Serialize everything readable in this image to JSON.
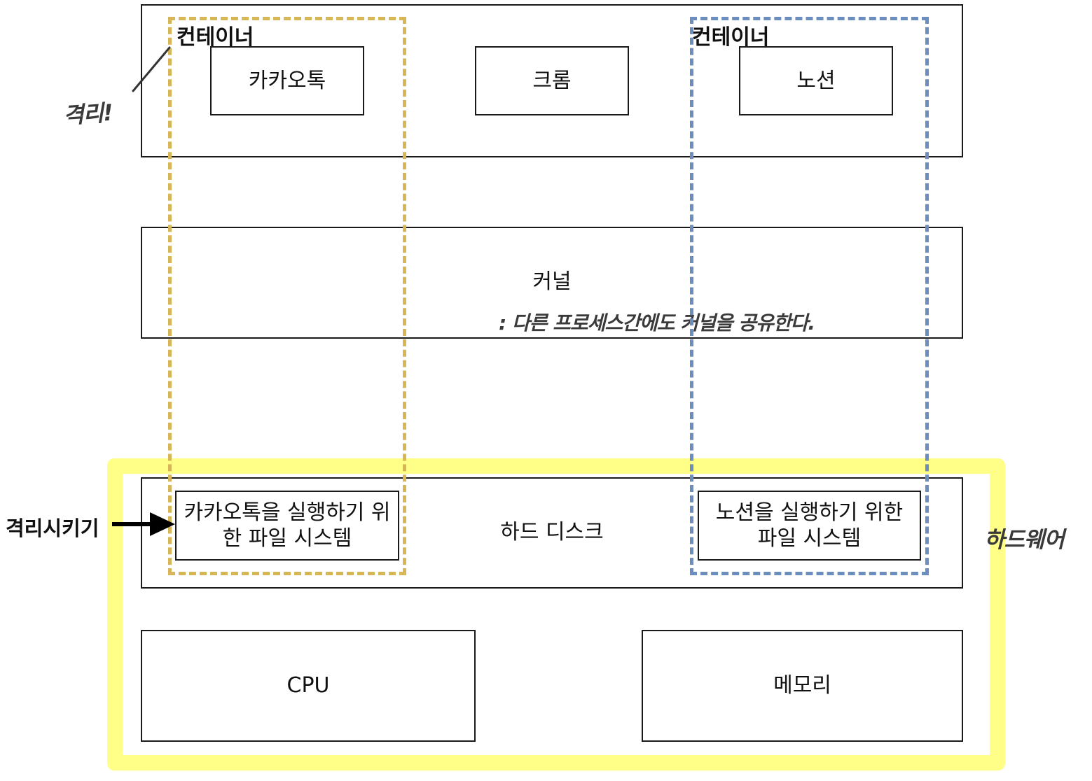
{
  "containers": {
    "left_label": "컨테이너",
    "right_label": "컨테이너",
    "left_color": "#d6b656",
    "right_color": "#6c8ebf"
  },
  "apps": {
    "kakaotalk": "카카오톡",
    "chrome": "크롬",
    "notion": "노션"
  },
  "kernel": {
    "label": "커널",
    "note": ": 다른 프로세스간에도 커널을 공유한다."
  },
  "hard_disk": {
    "label": "하드 디스크",
    "kakao_fs": "카카오톡을 실행하기 위한 파일 시스템",
    "notion_fs": "노션을 실행하기 위한 파일 시스템"
  },
  "hardware": {
    "cpu": "CPU",
    "memory": "메모리",
    "note": "하드웨어",
    "highlight_color": "#ffff88"
  },
  "annotations": {
    "isolation": "격리!",
    "isolate_label": "격리시키기"
  }
}
